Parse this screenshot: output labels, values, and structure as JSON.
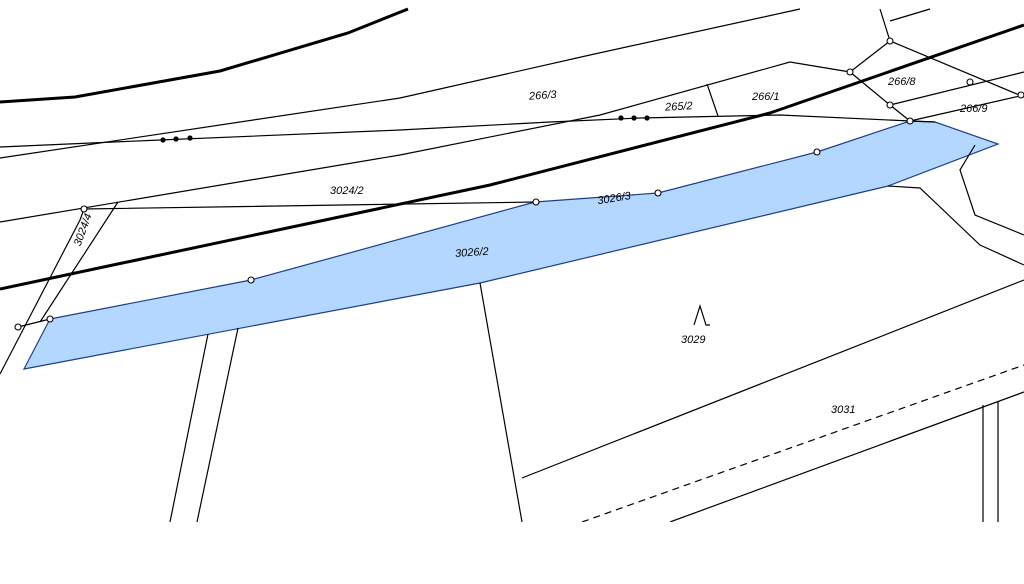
{
  "parcels": {
    "p266_3": "266/3",
    "p265_2": "265/2",
    "p266_1": "266/1",
    "p266_8": "266/8",
    "p266_9": "266/9",
    "p3024_2": "3024/2",
    "p3026_3": "3026/3",
    "p3024_4": "3024/4",
    "p3026_2": "3026/2",
    "p3029": "3029",
    "p3031": "3031"
  },
  "colors": {
    "highlight_fill": "#b3d7ff",
    "highlight_stroke": "#1c3f8a",
    "lines": "#000000",
    "background": "#ffffff"
  },
  "icons": {
    "building_symbol": "building-marker-icon"
  }
}
